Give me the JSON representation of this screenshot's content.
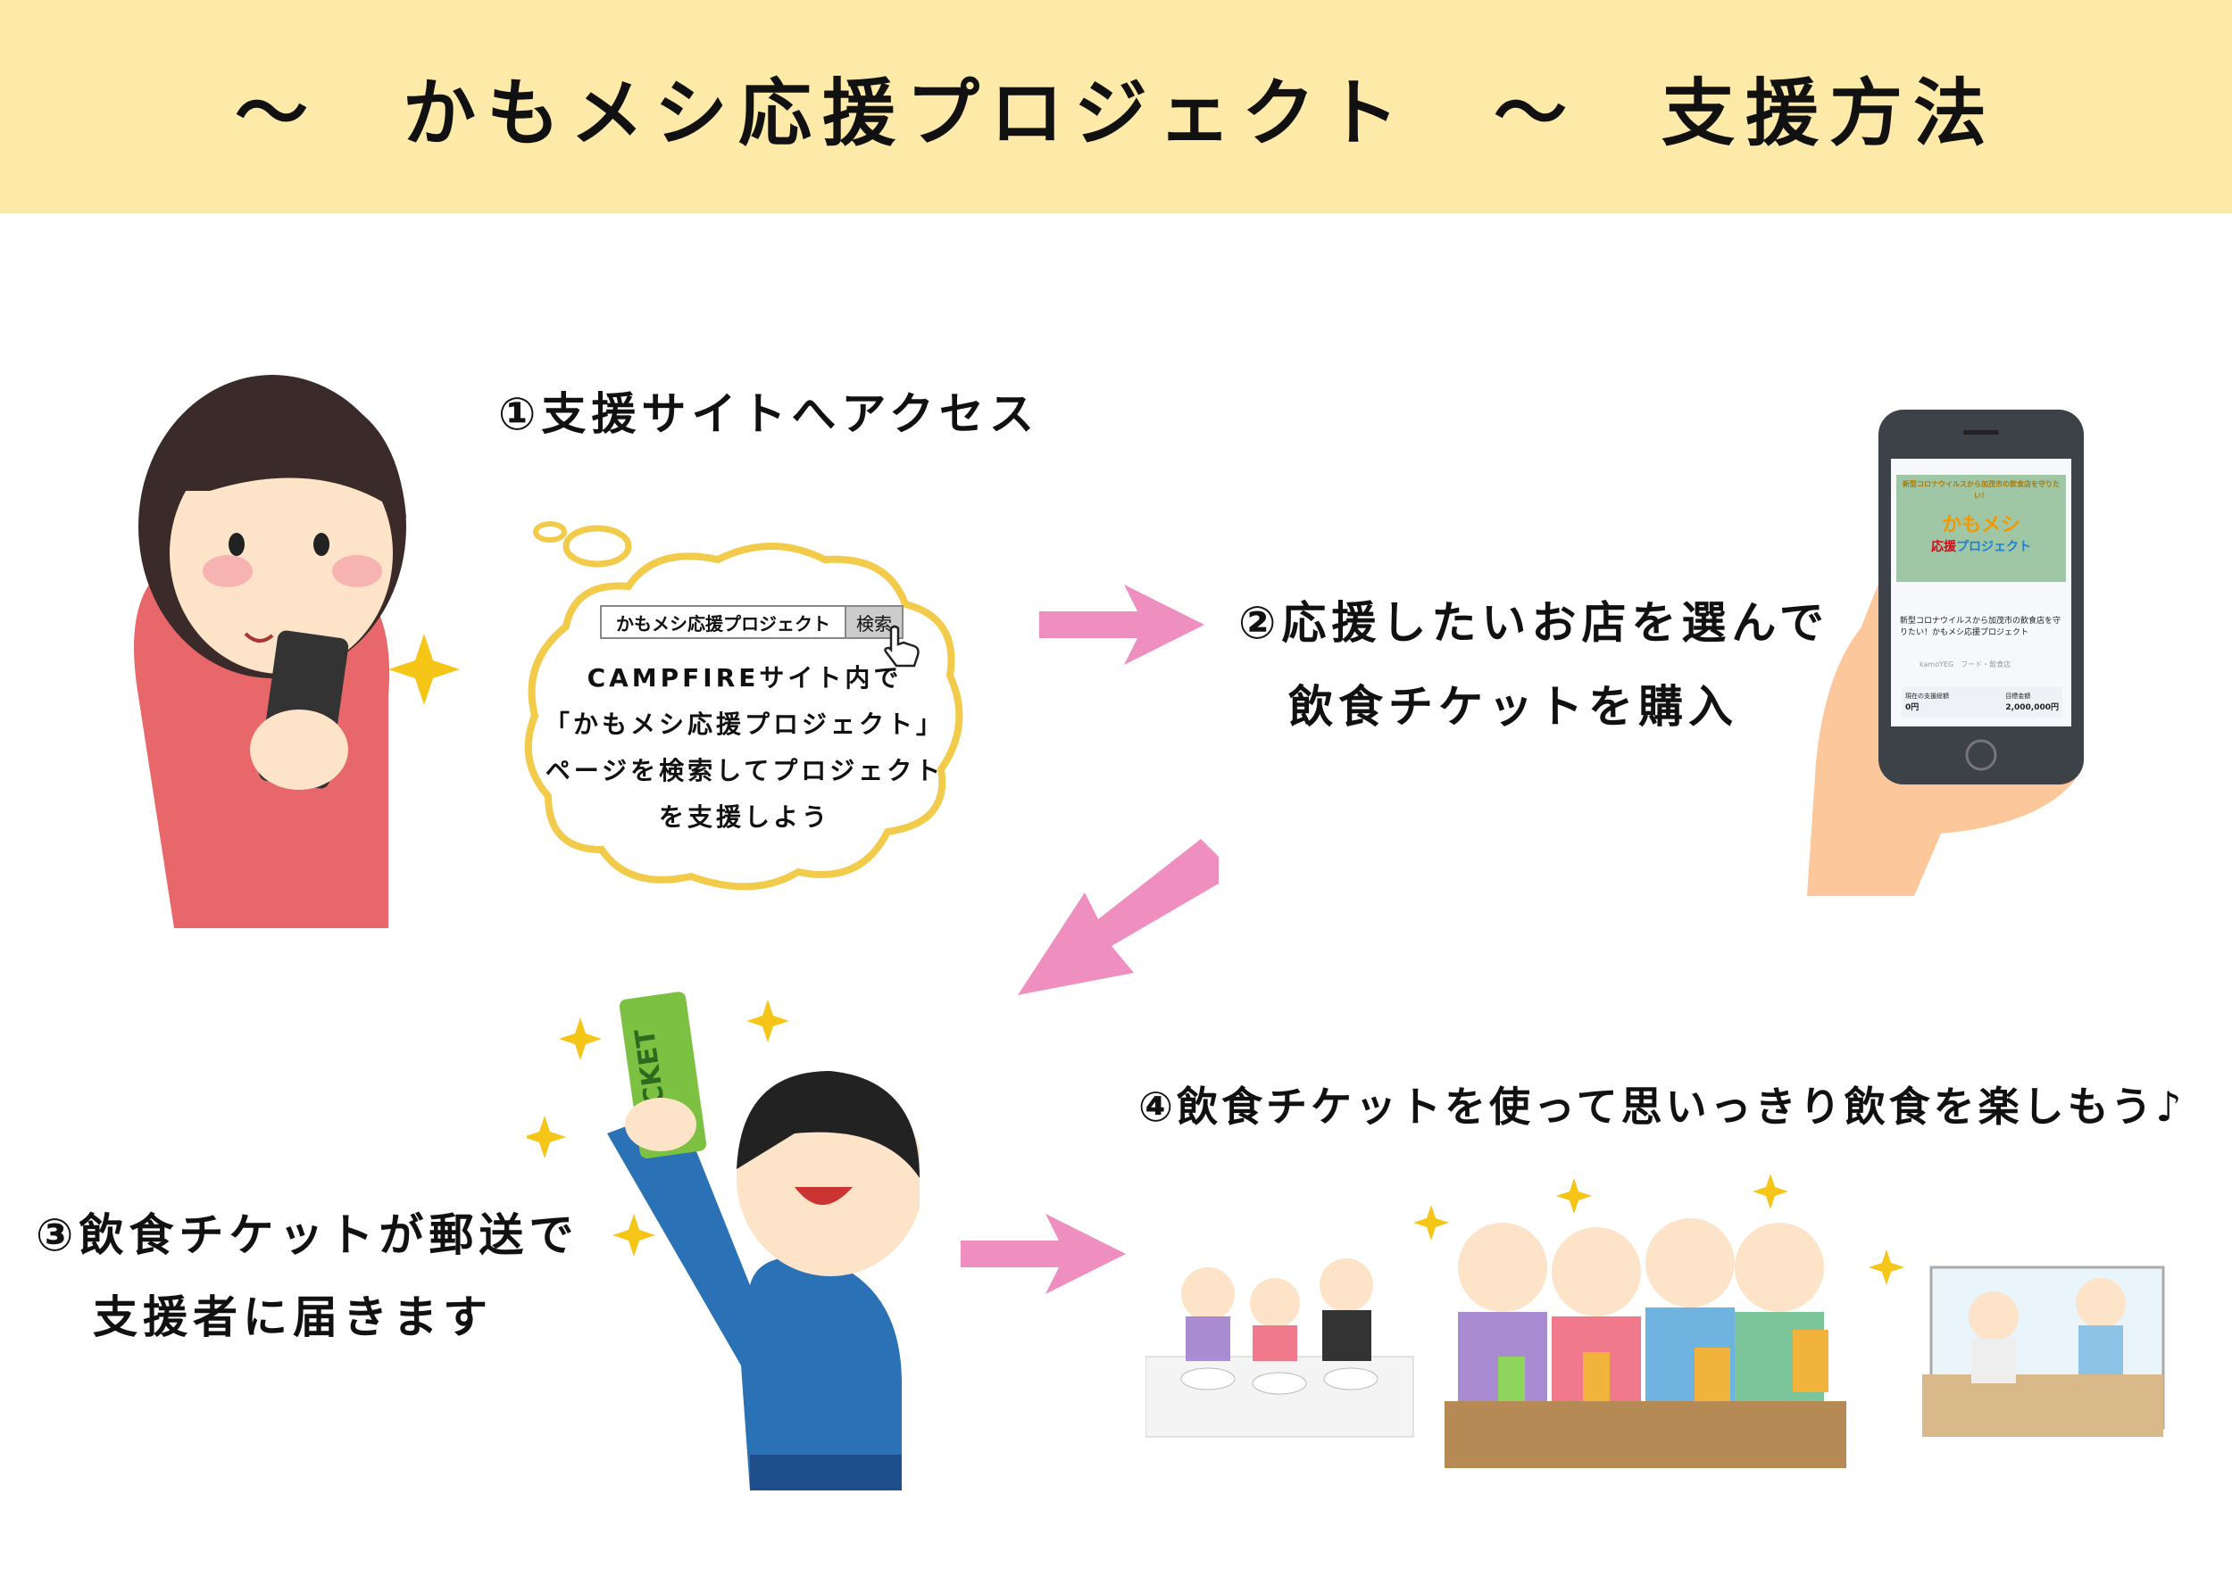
{
  "header": {
    "title": "～　かもメシ応援プロジェクト　～　支援方法",
    "background": "#fdeaa9"
  },
  "steps": [
    {
      "lines": [
        "①支援サイトへアクセス"
      ]
    },
    {
      "lines": [
        "②応援したいお店を選んで",
        "飲食チケットを購入"
      ]
    },
    {
      "lines": [
        "③飲食チケットが郵送で",
        "支援者に届きます"
      ]
    },
    {
      "lines": [
        "④飲食チケットを使って思いっきり飲食を楽しもう♪"
      ]
    }
  ],
  "bubble": {
    "search_value": "かもメシ応援プロジェクト",
    "search_button": "検索",
    "lines": [
      "CAMPFIREサイト内で",
      "「かもメシ応援プロジェクト」",
      "ページを検索してプロジェクト",
      "を支援しよう"
    ]
  },
  "phone": {
    "banner_top": "新型コロナウイルスから加茂市の飲食店を守りたい！",
    "banner_title_1": "かもメシ",
    "banner_title_2": "応援",
    "banner_title_3": "プロジェクト",
    "project_title": "新型コロナウイルスから加茂市の飲食店を守りたい！かもメシ応援プロジェクト",
    "owner": "kamoYEG",
    "category": "フード・飲食店",
    "current_label": "現在の支援総額",
    "current_value": "0円",
    "goal_label": "目標金額",
    "goal_value": "2,000,000円"
  },
  "ticket_label": "TICKET",
  "colors": {
    "arrow": "#ee8fc0",
    "bubble_outline": "#f2cb4a",
    "accent_star": "#f5c518"
  }
}
